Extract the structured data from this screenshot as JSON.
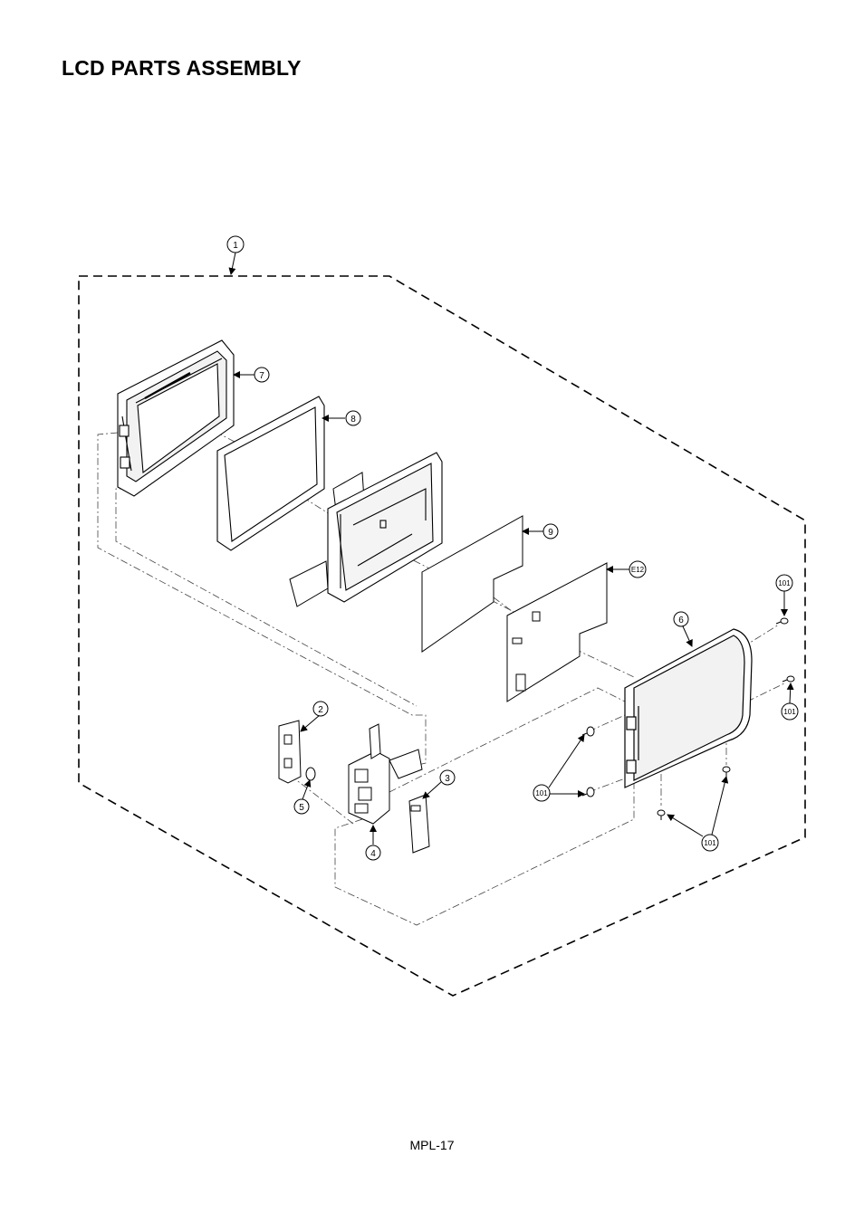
{
  "page": {
    "title": "LCD PARTS ASSEMBLY",
    "page_number": "MPL-17"
  },
  "callouts": [
    {
      "id": "1",
      "label": "1"
    },
    {
      "id": "2",
      "label": "2"
    },
    {
      "id": "3",
      "label": "3"
    },
    {
      "id": "4",
      "label": "4"
    },
    {
      "id": "5",
      "label": "5"
    },
    {
      "id": "6",
      "label": "6"
    },
    {
      "id": "7",
      "label": "7"
    },
    {
      "id": "8",
      "label": "8"
    },
    {
      "id": "9",
      "label": "9"
    },
    {
      "id": "E12",
      "label": "E12"
    },
    {
      "id": "101a",
      "label": "101"
    },
    {
      "id": "101b",
      "label": "101"
    },
    {
      "id": "101c",
      "label": "101"
    },
    {
      "id": "101d",
      "label": "101"
    }
  ],
  "colors": {
    "ink": "#000000",
    "part_fill": "#ffffff",
    "shade": "#e6e6e6"
  }
}
